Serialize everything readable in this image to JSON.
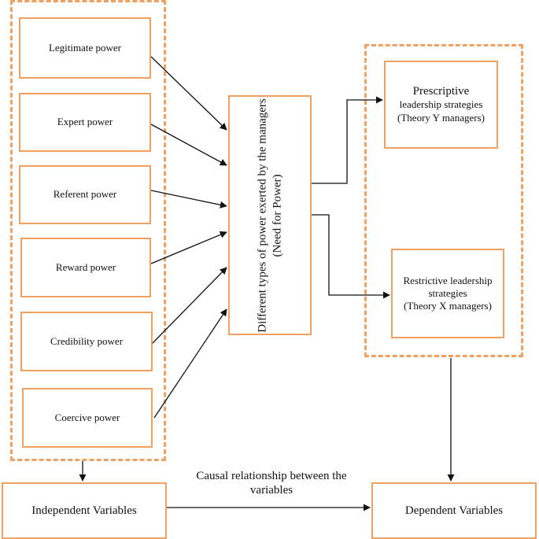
{
  "powers": [
    {
      "label": "Legitimate power"
    },
    {
      "label": "Expert power"
    },
    {
      "label": "Referent power"
    },
    {
      "label": "Reward power"
    },
    {
      "label": "Credibility power"
    },
    {
      "label": "Coercive power"
    }
  ],
  "center": {
    "label": "Different types of power exerted by the managers\n(Need for Power)"
  },
  "prescriptive": {
    "title": "Prescriptive",
    "line1": "leadership strategies",
    "line2": "(Theory Y managers)"
  },
  "restrictive": {
    "line1": "Restrictive leadership",
    "line2": "strategies",
    "line3": "(Theory X managers)"
  },
  "independent": {
    "label": "Independent Variables"
  },
  "dependent": {
    "label": "Dependent Variables"
  },
  "caption": {
    "line1": "Causal relationship between the",
    "line2": "variables"
  },
  "colors": {
    "accent": "#f0a060",
    "arrow": "#111111"
  }
}
